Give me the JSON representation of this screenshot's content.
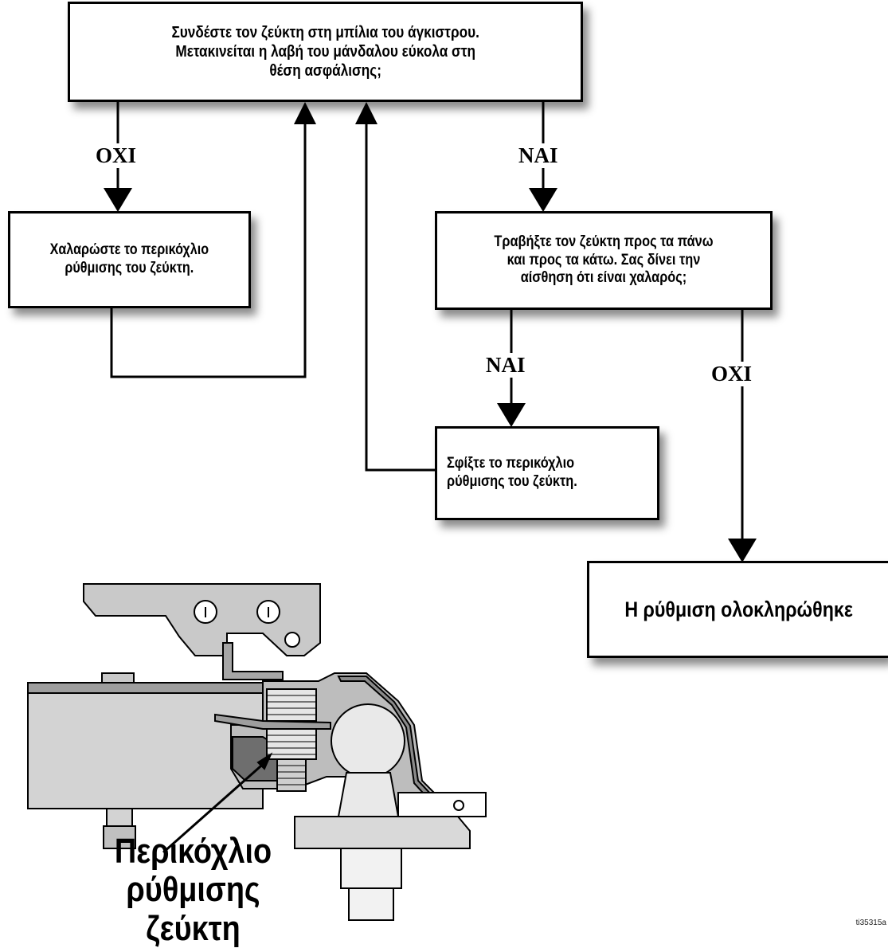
{
  "flowchart": {
    "question_1": {
      "lines": [
        "Συνδέστε τον ζεύκτη στη μπίλια του άγκιστρου.",
        "Μετακινείται η λαβή του μάνδαλου εύκολα στη",
        "θέση ασφάλισης;"
      ]
    },
    "action_loosen": {
      "lines": [
        "Χαλαρώστε το περικόχλιο",
        "ρύθμισης του ζεύκτη."
      ]
    },
    "question_2": {
      "lines": [
        "Τραβήξτε τον ζεύκτη προς τα πάνω",
        "και προς τα κάτω. Σας δίνει την",
        "αίσθηση ότι είναι χαλαρός;"
      ]
    },
    "action_tighten": {
      "lines": [
        "Σφίξτε το περικόχλιο",
        "ρύθμισης του ζεύκτη."
      ]
    },
    "result_done": {
      "text": "Η ρύθμιση ολοκληρώθηκε"
    },
    "labels": {
      "no_1": "OXI",
      "yes_1": "NAI",
      "yes_2": "NAI",
      "no_2": "OXI"
    }
  },
  "illustration": {
    "caption_lines": [
      "Περικόχλιο",
      "ρύθμισης ζεύκτη"
    ]
  },
  "figure_id": "ti35315a",
  "colors": {
    "line": "#000000",
    "box_fill": "#ffffff",
    "metal_light": "#c9c9c9",
    "metal_mid": "#a6a6a6",
    "metal_dark": "#6e6e6e"
  }
}
